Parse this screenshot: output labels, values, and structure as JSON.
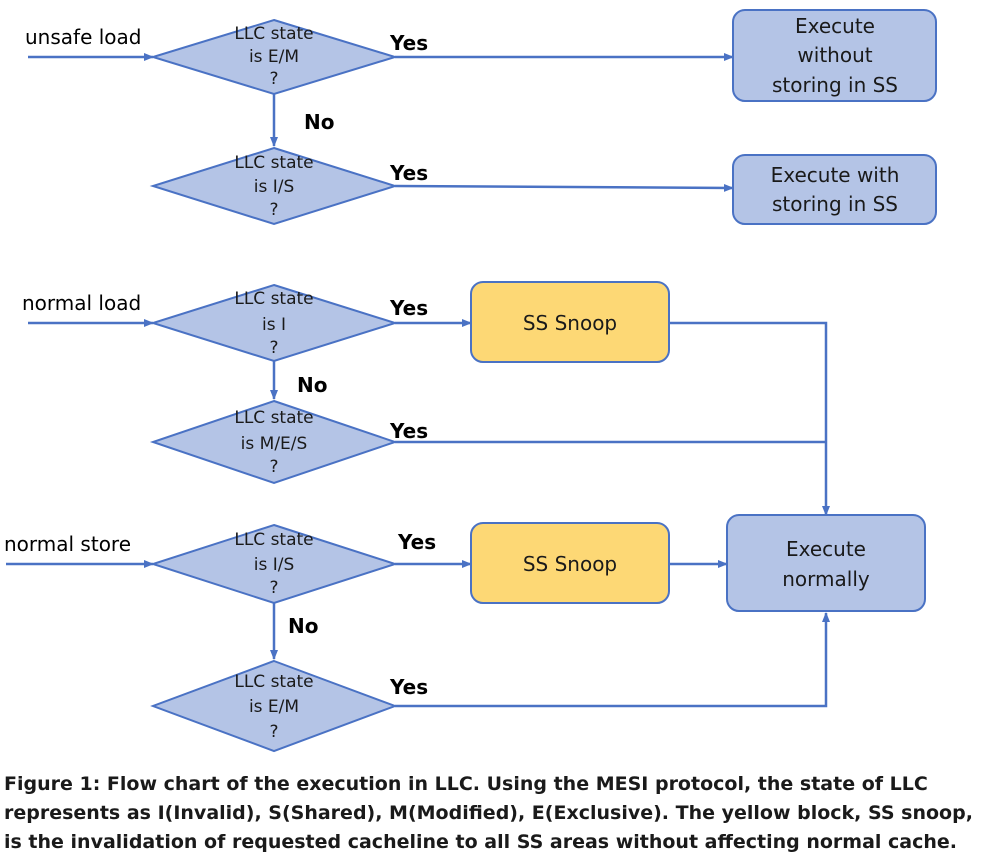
{
  "colors": {
    "diamond_fill": "#b4c4e6",
    "box_fill": "#b4c4e6",
    "snoop_fill": "#fdd875",
    "stroke": "#4a72c4",
    "text": "#1a1a1a"
  },
  "inputs": {
    "unsafe_load": "unsafe load",
    "normal_load": "normal load",
    "normal_store": "normal store"
  },
  "decisions": {
    "d1": [
      "LLC state",
      "is E/M",
      "?"
    ],
    "d2": [
      "LLC state",
      "is I/S",
      "?"
    ],
    "d3": [
      "LLC state",
      "is I",
      "?"
    ],
    "d4": [
      "LLC state",
      "is M/E/S",
      "?"
    ],
    "d5": [
      "LLC state",
      "is I/S",
      "?"
    ],
    "d6": [
      "LLC state",
      "is E/M",
      "?"
    ]
  },
  "edge_labels": {
    "yes1": "Yes",
    "no1": "No",
    "yes2": "Yes",
    "yes3": "Yes",
    "no3": "No",
    "yes4": "Yes",
    "yes5": "Yes",
    "no5": "No",
    "yes6": "Yes"
  },
  "boxes": {
    "exec_without": [
      "Execute",
      "without",
      "storing in SS"
    ],
    "exec_with": [
      "Execute with",
      "storing in SS"
    ],
    "snoop1": "SS Snoop",
    "snoop2": "SS Snoop",
    "exec_normally": [
      "Execute",
      "normally"
    ]
  },
  "caption": [
    "Figure 1: Flow chart of the execution in LLC. Using the MESI protocol, the state of LLC",
    "represents as I(Invalid), S(Shared), M(Modified), E(Exclusive). The yellow block, SS snoop,",
    "is the invalidation of requested cacheline to all SS areas without affecting normal cache."
  ]
}
